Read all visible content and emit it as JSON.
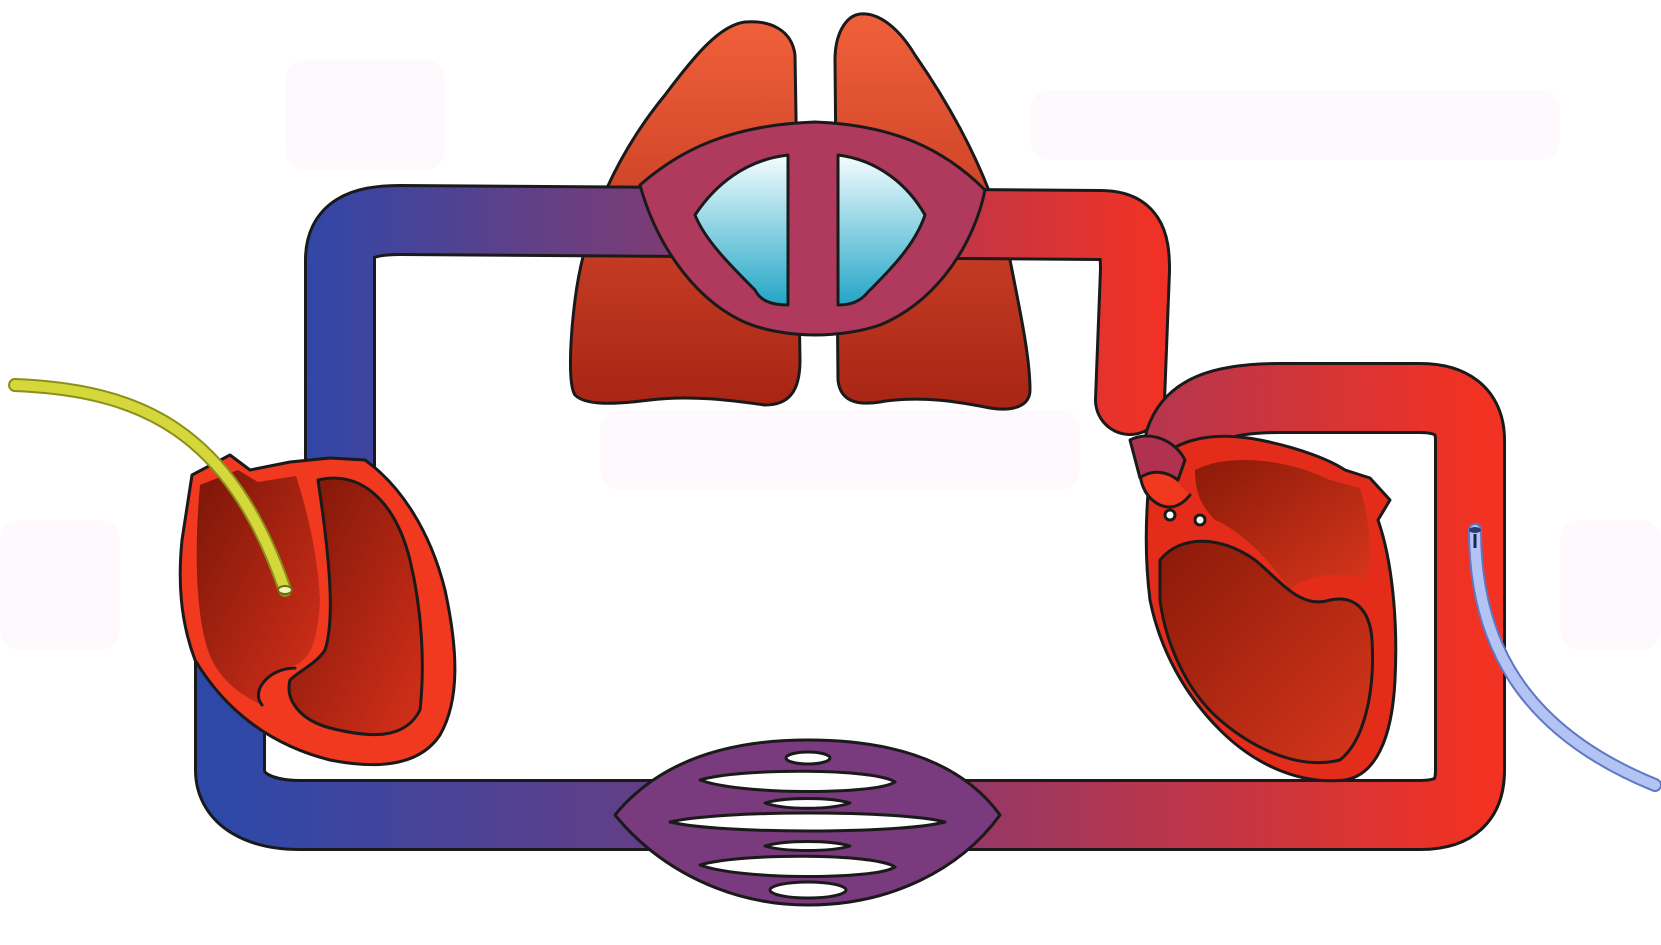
{
  "diagram": {
    "labels": [],
    "colors": {
      "deoxygenated": "#2f47a8",
      "mixed": "#7b3a78",
      "oxygenated": "#f03226",
      "lung_light": "#f0603a",
      "lung_dark": "#a82414",
      "heart_dark": "#8e1e0c",
      "heart_bright": "#f03a22",
      "alveoli_light": "#eafafd",
      "alveoli_dark": "#22a6c6",
      "catheter_yellow": "#d4d83a",
      "catheter_blue": "#9fb4f0"
    },
    "parts": [
      "lungs",
      "pulmonary-capillary-bed",
      "systemic-capillary-bed",
      "left-heart",
      "right-heart",
      "yellow-catheter",
      "blue-catheter"
    ]
  }
}
